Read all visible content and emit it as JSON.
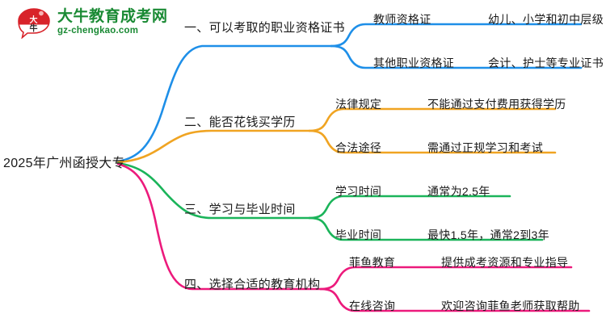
{
  "logo": {
    "mark_text": "大牛",
    "name_cn": "大牛教育成考网",
    "name_en": "gz-chengkao.com",
    "brand_color": "#1a8a34",
    "mark_color": "#d8232a"
  },
  "mindmap": {
    "root": "2025年广州函授大专",
    "branches": [
      {
        "title": "一、可以考取的职业资格证书",
        "color": "#1e8fe8",
        "leaves": [
          {
            "key": "教师资格证",
            "value": "幼儿、小学和初中层级"
          },
          {
            "key": "其他职业资格证",
            "value": "会计、护士等专业证书"
          }
        ]
      },
      {
        "title": "二、能否花钱买学历",
        "color": "#f0a422",
        "leaves": [
          {
            "key": "法律规定",
            "value": "不能通过支付费用获得学历"
          },
          {
            "key": "合法途径",
            "value": "需通过正规学习和考试"
          }
        ]
      },
      {
        "title": "三、学习与毕业时间",
        "color": "#1bb45a",
        "leaves": [
          {
            "key": "学习时间",
            "value": "通常为2.5年"
          },
          {
            "key": "毕业时间",
            "value": "最快1.5年，通常2到3年"
          }
        ]
      },
      {
        "title": "四、选择合适的教育机构",
        "color": "#ec1a7c",
        "leaves": [
          {
            "key": "菲鱼教育",
            "value": "提供成考资源和专业指导"
          },
          {
            "key": "在线咨询",
            "value": "欢迎咨询菲鱼老师获取帮助"
          }
        ]
      }
    ]
  }
}
